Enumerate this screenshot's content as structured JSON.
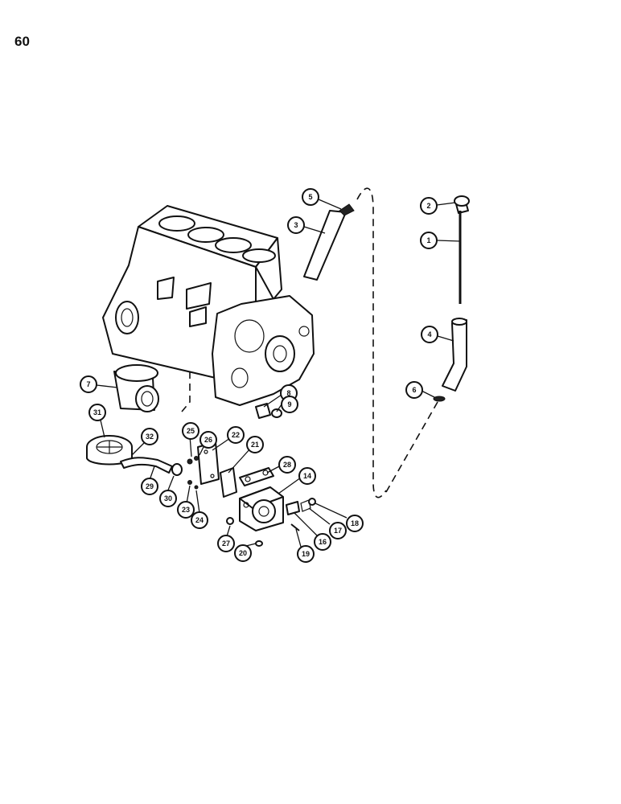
{
  "page": {
    "number": "60"
  },
  "callouts": [
    {
      "id": "c5",
      "label": "5"
    },
    {
      "id": "c3",
      "label": "3"
    },
    {
      "id": "c2",
      "label": "2"
    },
    {
      "id": "c1",
      "label": "1"
    },
    {
      "id": "c4",
      "label": "4"
    },
    {
      "id": "c6",
      "label": "6"
    },
    {
      "id": "c7",
      "label": "7"
    },
    {
      "id": "c8",
      "label": "8"
    },
    {
      "id": "c9",
      "label": "9"
    },
    {
      "id": "c31",
      "label": "31"
    },
    {
      "id": "c32",
      "label": "32"
    },
    {
      "id": "c25",
      "label": "25"
    },
    {
      "id": "c26",
      "label": "26"
    },
    {
      "id": "c22",
      "label": "22"
    },
    {
      "id": "c21",
      "label": "21"
    },
    {
      "id": "c28",
      "label": "28"
    },
    {
      "id": "c14",
      "label": "14"
    },
    {
      "id": "c29",
      "label": "29"
    },
    {
      "id": "c30",
      "label": "30"
    },
    {
      "id": "c23",
      "label": "23"
    },
    {
      "id": "c24",
      "label": "24"
    },
    {
      "id": "c18",
      "label": "18"
    },
    {
      "id": "c17",
      "label": "17"
    },
    {
      "id": "c16",
      "label": "16"
    },
    {
      "id": "c19",
      "label": "19"
    },
    {
      "id": "c27",
      "label": "27"
    },
    {
      "id": "c20",
      "label": "20"
    }
  ]
}
